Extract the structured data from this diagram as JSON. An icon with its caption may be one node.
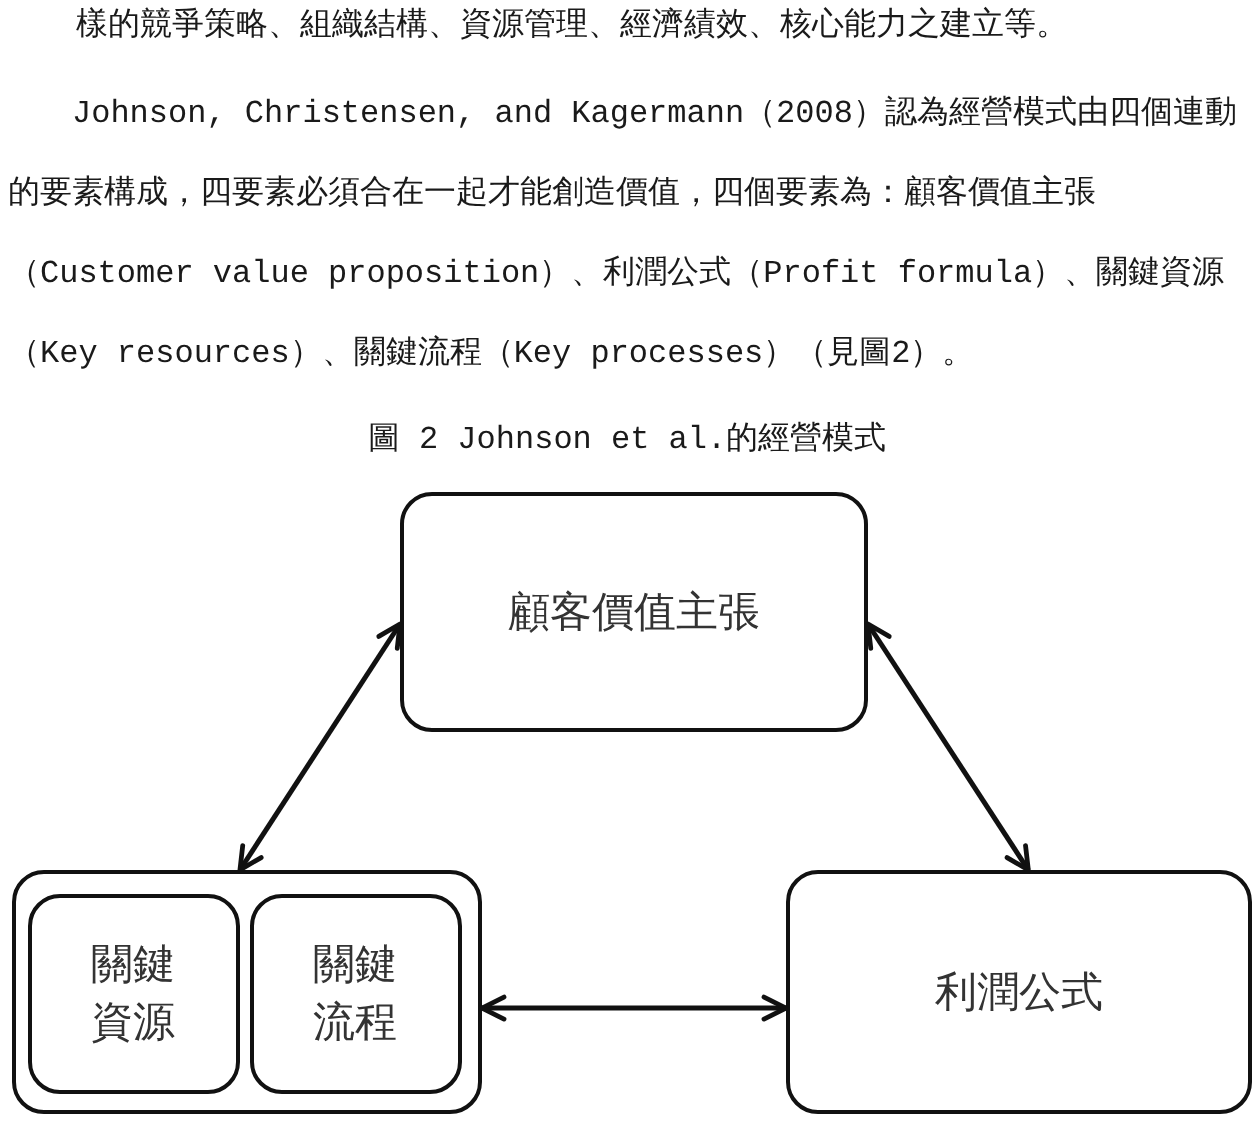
{
  "diagram": {
    "caption": "圖 2 Johnson et al.的經營模式",
    "nodes": [
      {
        "text": [
          "顧客價值主張"
        ]
      },
      {
        "text": [],
        "shape": "box"
      },
      {
        "text": [
          "關鍵資源"
        ],
        "in": 1
      },
      {
        "text": [
          "關鍵流程"
        ],
        "in": 1
      },
      {
        "text": [
          "利潤公式"
        ]
      }
    ],
    "edges": [
      {
        "from": 0,
        "to": 1,
        "arrow": "both"
      },
      {
        "from": 0,
        "to": 4,
        "arrow": "both"
      },
      {
        "from": 1,
        "to": 4,
        "arrow": "both"
      }
    ],
    "labels": [
      "樣的競爭策略、組織結構、資源管理、經濟績效、核心能力之建立等。",
      "Johnson, Christensen, and Kagermann（2008）認為經營模式由四個連動的要素構成，四要素必須合在一起才能創造價值，四個要素為：顧客價值主張（Customer value proposition）、利潤公式（Profit formula）、關鍵資源（Key resources）、關鍵流程（Key processes）（見圖2）。"
    ]
  }
}
